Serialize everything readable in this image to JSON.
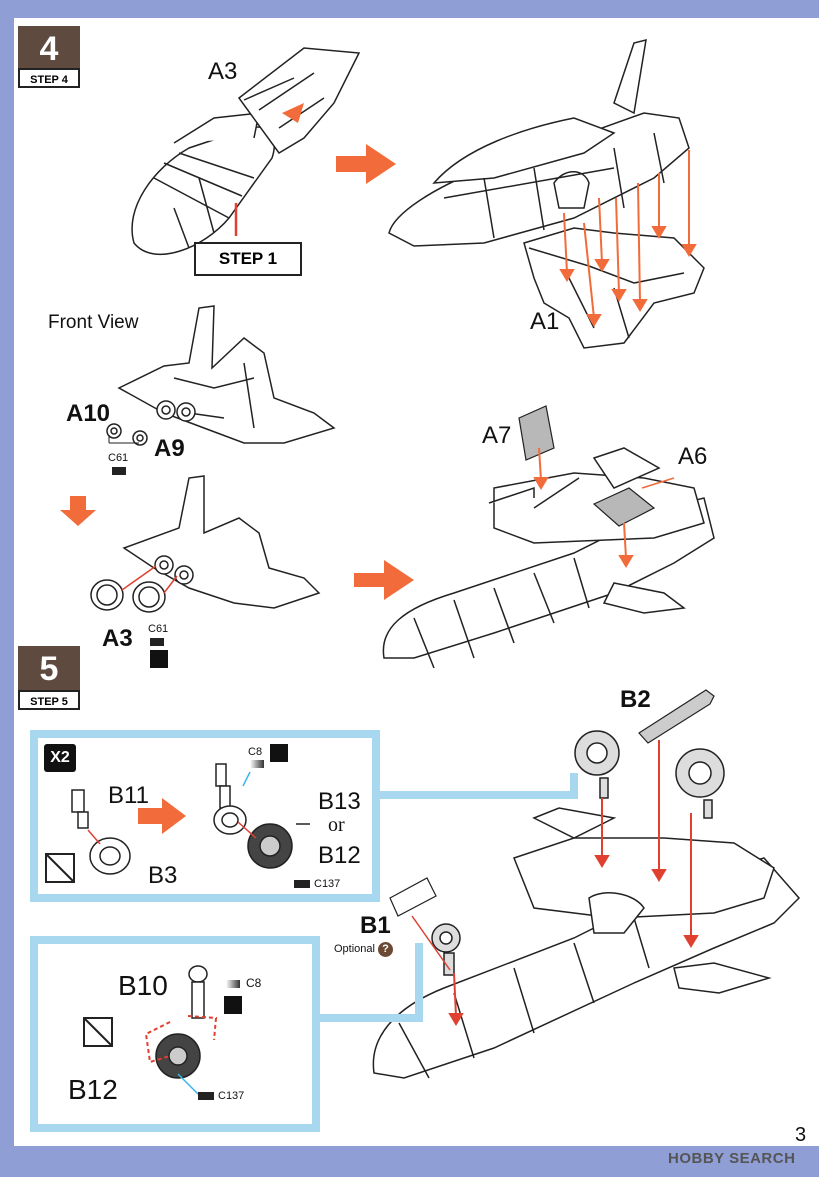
{
  "step4": {
    "number": "4",
    "tag": "STEP 4",
    "step_ref": "STEP 1",
    "front_view": "Front View",
    "labels": {
      "a3_top": "A3",
      "a1": "A1",
      "a10": "A10",
      "a9": "A9",
      "c61_top": "C61",
      "a3_bottom": "A3",
      "c61_bottom": "C61",
      "a7": "A7",
      "a6": "A6"
    }
  },
  "step5": {
    "number": "5",
    "tag": "STEP 5",
    "multiplier": "X2",
    "labels": {
      "b2": "B2",
      "b11": "B11",
      "b3": "B3",
      "c8_top": "C8",
      "b13": "B13",
      "or": "or",
      "b12_top": "B12",
      "c137_top": "C137",
      "b1": "B1",
      "optional": "Optional",
      "b10": "B10",
      "c8_bottom": "C8",
      "b12_bottom": "B12",
      "c137_bottom": "C137"
    }
  },
  "footer": {
    "page_number": "3",
    "watermark": "HOBBY SEARCH"
  },
  "colors": {
    "background": "#8f9fd6",
    "step_badge": "#5e4a3e",
    "arrow": "#f26b3a",
    "callout_border": "#a8d8ef",
    "part_gray": "#b8b8b8"
  }
}
